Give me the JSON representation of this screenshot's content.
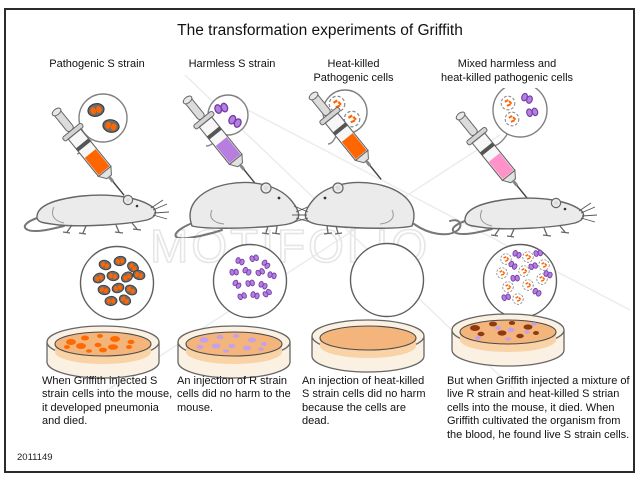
{
  "title": "The transformation experiments of Griffith",
  "watermark": "MOTIFOLIO",
  "figure_id": "2011149",
  "columns": [
    {
      "header": "Pathogenic S strain",
      "caption": "When Griffith injected S strain cells into the mouse, it developed pneumonia and died."
    },
    {
      "header": "Harmless S strain",
      "caption": "An injection of R strain cells did no harm to the mouse."
    },
    {
      "header": "Heat-killed\nPathogenic cells",
      "caption": "An injection of heat-killed S strain cells did no harm because the cells are dead."
    },
    {
      "header": "Mixed harmless and\nheat-killed pathogenic cells",
      "caption": "But when Griffith injected a mixture of live R strain and heat-killed S strian cells into the mouse, it died. When Griffith cultivated the organism from the blood, he found live S strain cells."
    }
  ],
  "colors": {
    "orange": "#FF6600",
    "purple": "#B77EE0",
    "purple_dark": "#7040A8",
    "pink": "#FF93C9",
    "mouse": "#EBEBEB",
    "outline": "#666666",
    "agar": "#F4B57C",
    "agar_band": "#F9D2A6",
    "dish_rim": "#FBF1E3",
    "colony_orange": "#FF6A00",
    "colony_purple": "#C5A1E6",
    "colony_dark": "#8F3A10",
    "watermark_gray": "#E6E6E6"
  }
}
